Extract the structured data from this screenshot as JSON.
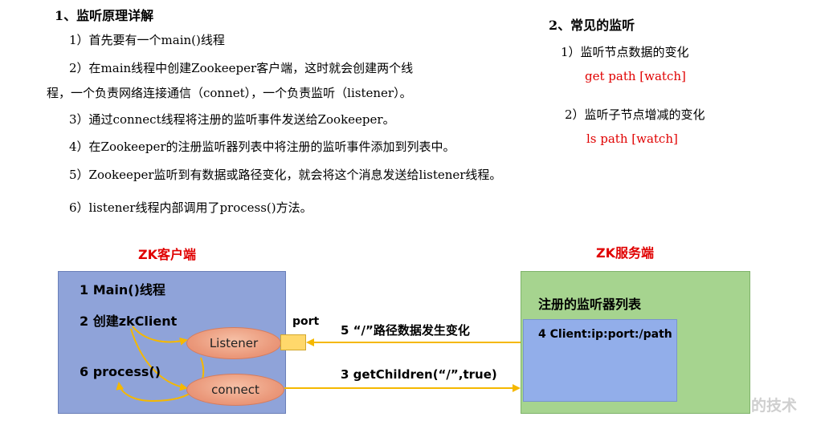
{
  "left_section": {
    "title": "1、监听原理详解",
    "steps": [
      "1）首先要有一个main()线程",
      "2）在main线程中创建Zookeeper客户端，这时就会创建两个线",
      "程，一个负责网络连接通信（connet），一个负责监听（listener）。",
      "3）通过connect线程将注册的监听事件发送给Zookeeper。",
      "4）在Zookeeper的注册监听器列表中将注册的监听事件添加到列表中。",
      "5）Zookeeper监听到有数据或路径变化，就会将这个消息发送给listener线程。",
      "6）listener线程内部调用了process()方法。"
    ]
  },
  "right_section": {
    "title": "2、常见的监听",
    "item1": "1）监听节点数据的变化",
    "cmd1": "get path [watch]",
    "item2": "2）监听子节点增减的变化",
    "cmd2": "ls path [watch]"
  },
  "diagram": {
    "client_title": "ZK客户端",
    "server_title": "ZK服务端",
    "client_line1": "1 Main()线程",
    "client_line2": "2 创建zkClient",
    "client_line3": "6 process()",
    "listener_label": "Listener",
    "connect_label": "connect",
    "port_label": "port",
    "server_header": "注册的监听器列表",
    "server_item": "4 Client:ip:port:/path",
    "arrow_top_label": "5 “/”路径数据发生变化",
    "arrow_bottom_label": "3 getChildren(“/”,true)",
    "colors": {
      "client_box": "#8fa3d9",
      "server_box": "#a6d48f",
      "inner_box": "#92aeea",
      "arrow": "#f5b800",
      "title_red": "#e00000"
    }
  },
  "watermark": "的技术"
}
